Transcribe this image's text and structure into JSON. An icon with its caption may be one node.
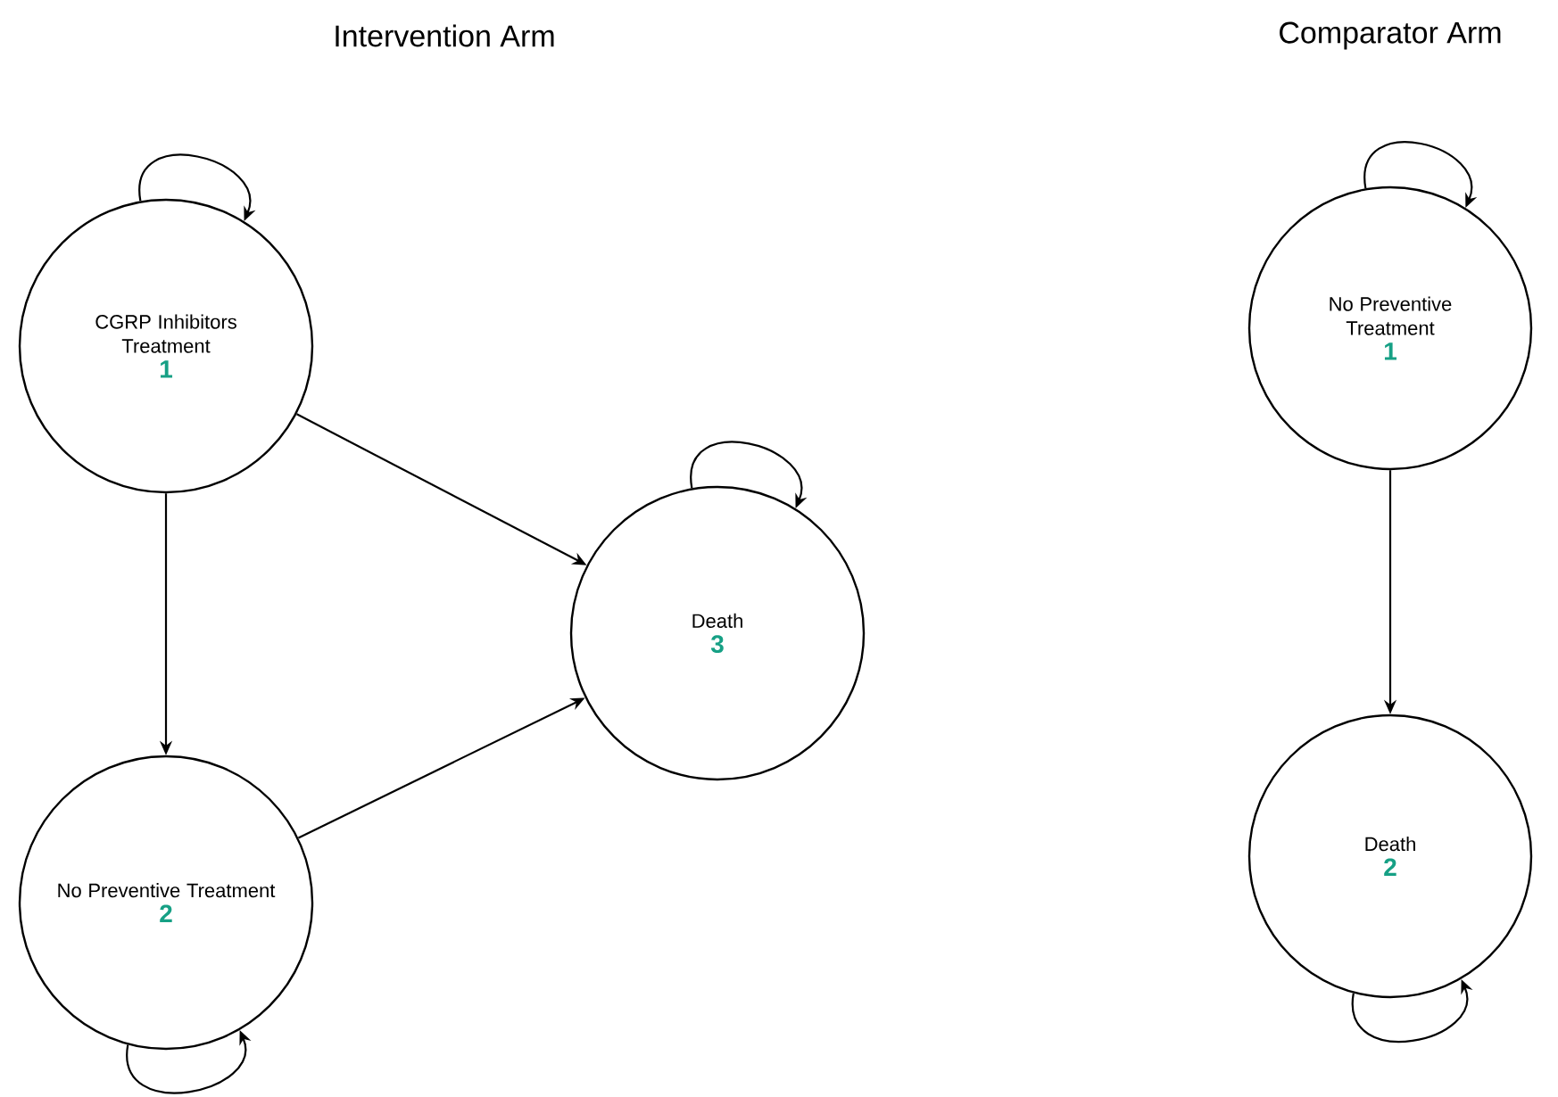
{
  "diagram": {
    "nodes": [
      {
        "text": [
          "CGRP Inhibitors Treatment",
          "1"
        ]
      },
      {
        "text": [
          "No Preventive Treatment",
          "2"
        ]
      },
      {
        "text": [
          "Death",
          "3"
        ]
      },
      {
        "text": [
          "No Preventive Treatment",
          "1"
        ]
      },
      {
        "text": [
          "Death",
          "2"
        ]
      }
    ],
    "edges": [
      {
        "from": 0,
        "to": 0,
        "arrow": "to"
      },
      {
        "from": 0,
        "to": 2,
        "arrow": "to"
      },
      {
        "from": 0,
        "to": 1,
        "arrow": "to"
      },
      {
        "from": 1,
        "to": 2,
        "arrow": "to"
      },
      {
        "from": 1,
        "to": 1,
        "arrow": "to"
      },
      {
        "from": 2,
        "to": 2,
        "arrow": "to"
      },
      {
        "from": 3,
        "to": 3,
        "arrow": "to"
      },
      {
        "from": 3,
        "to": 4,
        "arrow": "to"
      },
      {
        "from": 4,
        "to": 4,
        "arrow": "to"
      }
    ],
    "labels": [
      "Intervention Arm",
      "Comparator Arm"
    ]
  }
}
